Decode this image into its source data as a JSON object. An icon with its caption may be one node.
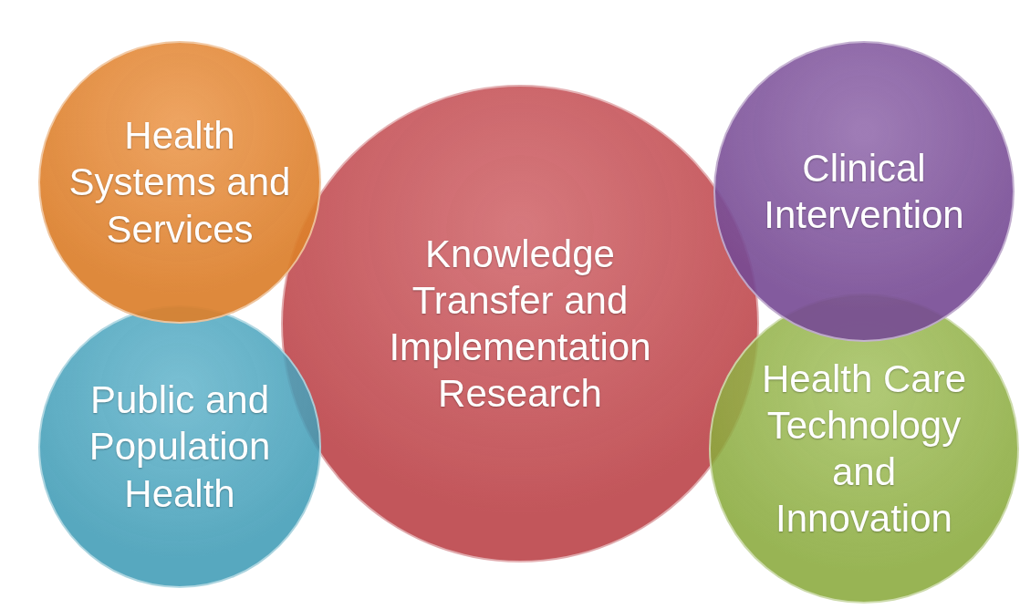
{
  "diagram": {
    "nodes": [
      {
        "text": [
          "Health Systems and Services"
        ]
      },
      {
        "text": [
          "Public and Population Health"
        ]
      },
      {
        "text": [
          "Knowledge Transfer and Implementation Research"
        ]
      },
      {
        "text": [
          "Clinical Intervention"
        ]
      },
      {
        "text": [
          "Health Care Technology and Innovation"
        ]
      }
    ]
  }
}
